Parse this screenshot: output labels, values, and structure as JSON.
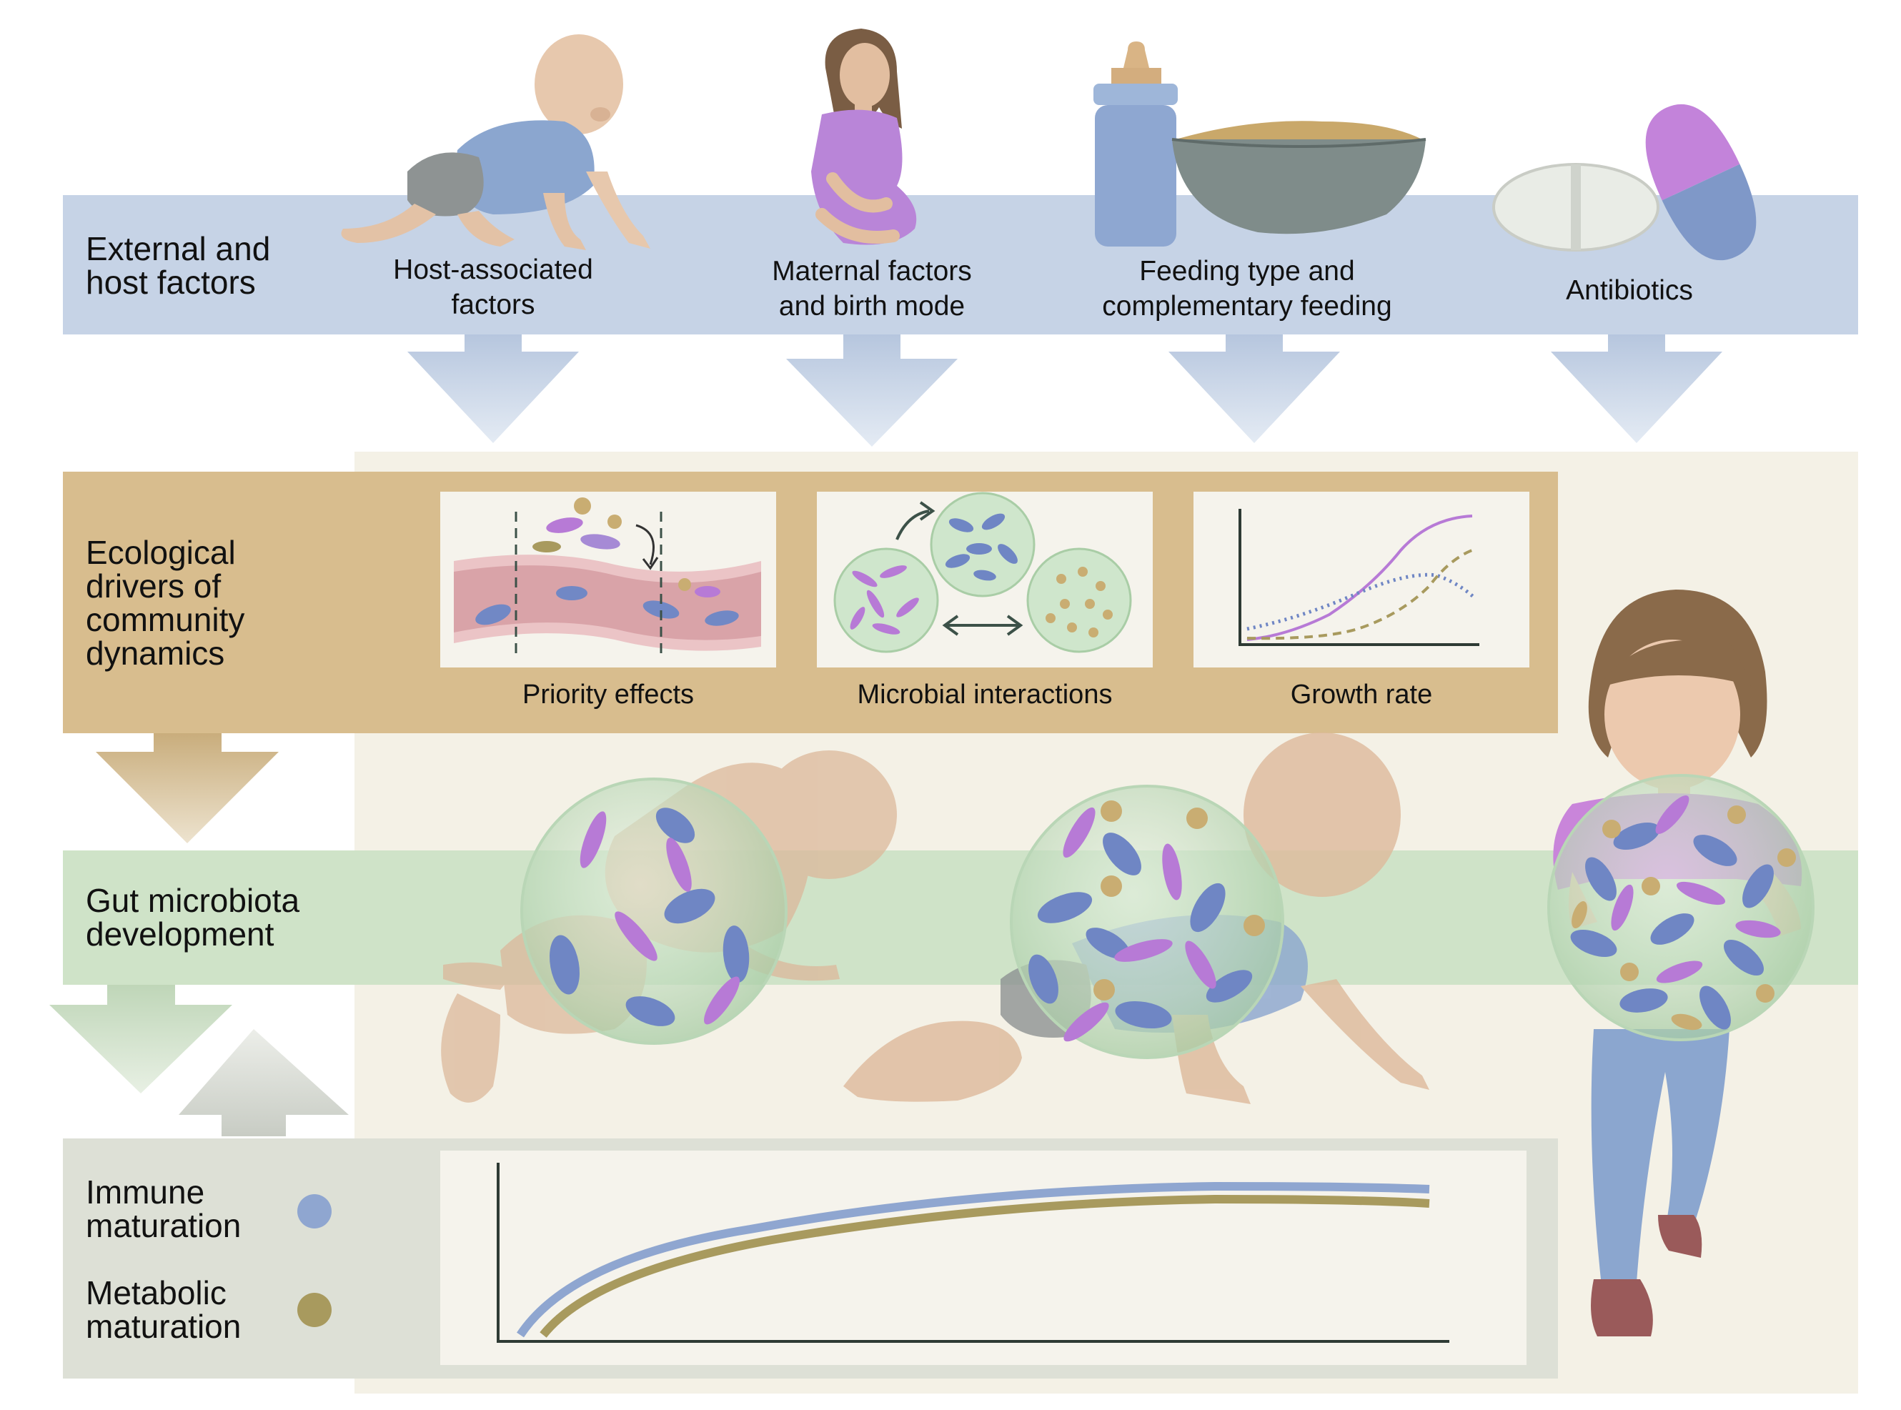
{
  "rows": {
    "external": {
      "line1": "External and",
      "line2": "host factors"
    },
    "ecological": {
      "line1": "Ecological",
      "line2": "drivers of",
      "line3": "community",
      "line4": "dynamics"
    },
    "gut": {
      "line1": "Gut microbiota",
      "line2": "development"
    },
    "immune": {
      "line1": "Immune",
      "line2": "maturation"
    },
    "metabolic": {
      "line1": "Metabolic",
      "line2": "maturation"
    }
  },
  "factors": [
    {
      "line1": "Host-associated",
      "line2": "factors"
    },
    {
      "line1": "Maternal factors",
      "line2": "and birth mode"
    },
    {
      "line1": "Feeding type and",
      "line2": "complementary feeding"
    },
    {
      "line1": "Antibiotics",
      "line2": ""
    }
  ],
  "drivers": [
    {
      "label": "Priority effects"
    },
    {
      "label": "Microbial interactions"
    },
    {
      "label": "Growth rate"
    }
  ],
  "colors": {
    "external_band": "#c6d3e6",
    "ecological_band": "#d8bd8e",
    "gut_band": "#cfe3c8",
    "maturation_band": "#dde0d6",
    "cream_background": "#f4f1e6",
    "immune_dot": "#8fa6d0",
    "metabolic_dot": "#a89a5e",
    "bacteria_blue": "#6f86c4",
    "bacteria_purple": "#b77ad6",
    "bacteria_tan": "#c9ad72"
  }
}
